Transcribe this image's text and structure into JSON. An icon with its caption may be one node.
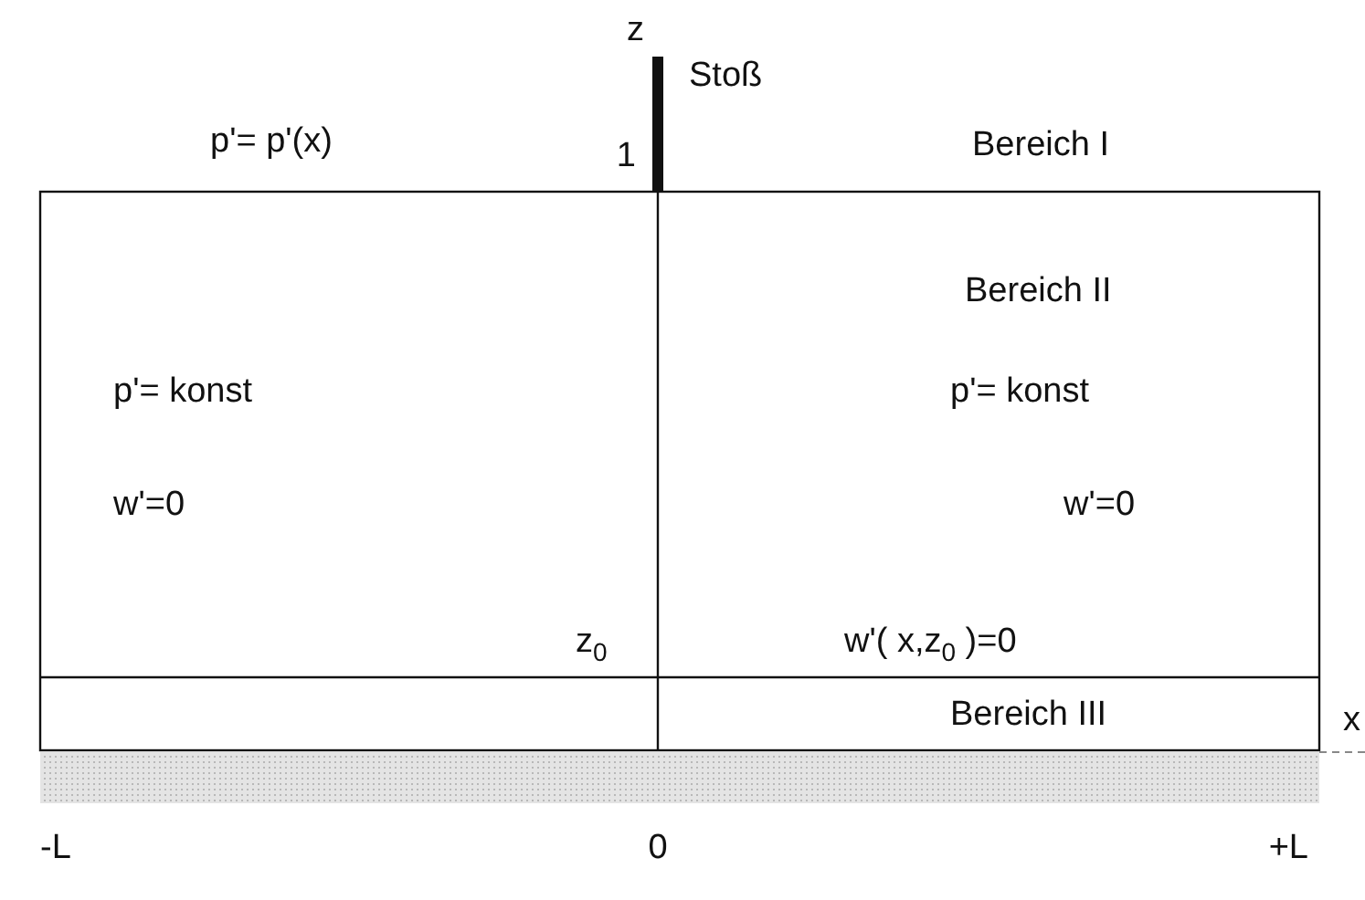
{
  "diagram": {
    "labels": [
      "z",
      "Stoß",
      "p'= p'(x)",
      "1",
      "Bereich I",
      "Bereich II",
      "p'= konst",
      "p'= konst",
      "w'=0",
      "w'=0",
      "z$_{0}$",
      "w'( x,z$_{0}$ )=0",
      "Bereich III",
      "x",
      "-L",
      "0",
      "+L"
    ]
  }
}
